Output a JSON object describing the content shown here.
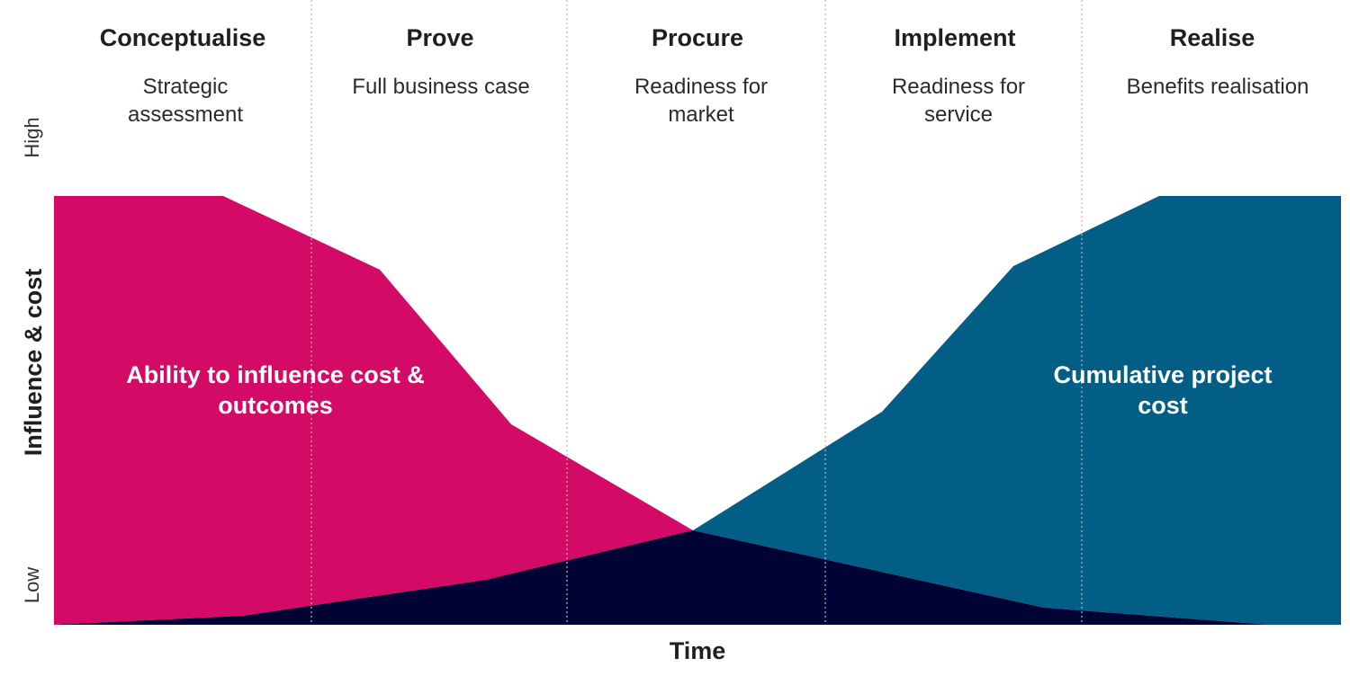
{
  "phases": [
    {
      "title": "Conceptualise",
      "subtitle": [
        "Strategic",
        "assessment"
      ]
    },
    {
      "title": "Prove",
      "subtitle": [
        "Full business case"
      ]
    },
    {
      "title": "Procure",
      "subtitle": [
        "Readiness for",
        "market"
      ]
    },
    {
      "title": "Implement",
      "subtitle": [
        "Readiness for",
        "service"
      ]
    },
    {
      "title": "Realise",
      "subtitle": [
        "Benefits realisation"
      ]
    }
  ],
  "axes": {
    "y_label": "Influence & cost",
    "y_high": "High",
    "y_low": "Low",
    "x_label": "Time"
  },
  "areas": {
    "influence": {
      "label": [
        "Ability to influence cost &",
        "outcomes"
      ],
      "color": "#d40a67"
    },
    "cost": {
      "label": [
        "Cumulative project",
        "cost"
      ],
      "color": "#025e85"
    },
    "overlap_color": "#000333"
  },
  "divider_color": "#b8b8b8"
}
